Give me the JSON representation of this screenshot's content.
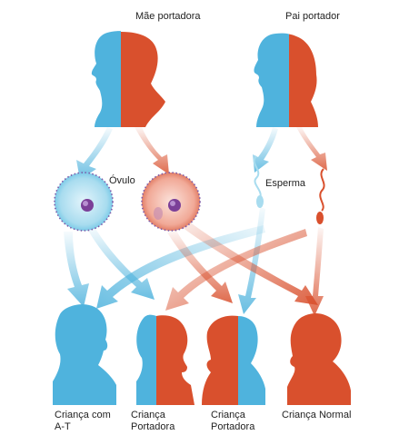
{
  "labels": {
    "mother": "Mãe portadora",
    "father": "Pai portador",
    "ovum": "Óvulo",
    "sperm": "Esperma",
    "child1_line1": "Criança com",
    "child1_line2": "A-T",
    "child2_line1": "Criança",
    "child2_line2": "Portadora",
    "child3_line1": "Criança",
    "child3_line2": "Portadora",
    "child4": "Criança Normal"
  },
  "colors": {
    "blue": "#4fb3dd",
    "red": "#d9502d",
    "blue_light": "#a8dcef",
    "red_light": "#f1a997",
    "nucleus": "#7b3f98"
  },
  "icons": {
    "parents": "head-silhouette",
    "gametes": "cell-circle",
    "sperm": "sperm-shape"
  }
}
